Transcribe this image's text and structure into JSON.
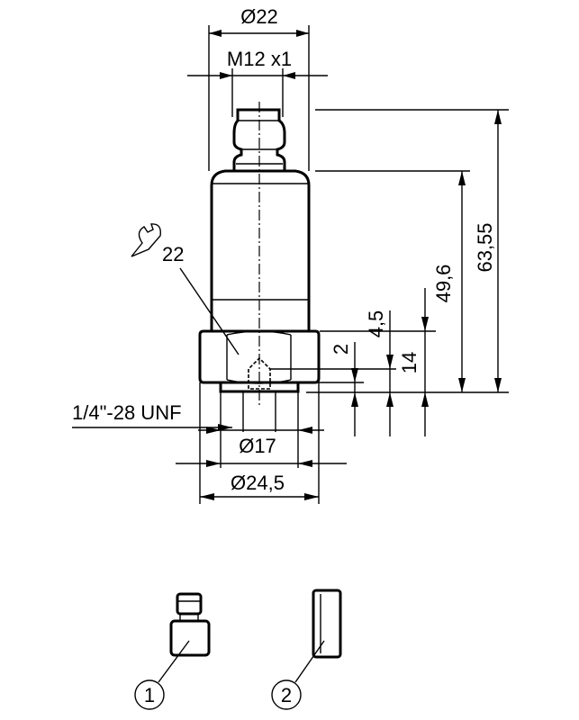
{
  "dimensions": {
    "outer_diameter": "Ø22",
    "connector_thread": "M12 x1",
    "wrench_size": "22",
    "total_height": "63,55",
    "body_height": "49,6",
    "hex_height": "4,5",
    "thread_length": "14",
    "seal_offset": "2",
    "process_thread": "1/4\"-28 UNF",
    "thread_diameter": "Ø17",
    "hex_diameter": "Ø24,5"
  },
  "accessories": [
    {
      "label": "1"
    },
    {
      "label": "2"
    }
  ]
}
